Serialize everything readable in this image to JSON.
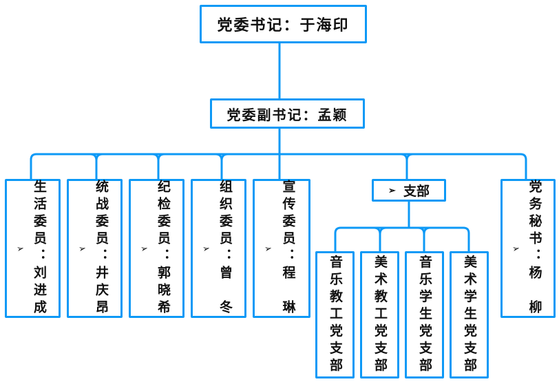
{
  "colors": {
    "accent": "#0d99f6",
    "text": "#111111",
    "background": "#ffffff"
  },
  "icons": {
    "bullet_arrow": "➢"
  },
  "org_chart": {
    "level1": {
      "label": "党委书记：于海印"
    },
    "level2": {
      "label": "党委副书记：孟颖"
    },
    "committee_members": [
      {
        "label": "生活委员：刘进成"
      },
      {
        "label": "统战委员：井庆昂"
      },
      {
        "label": "纪检委员：郭晓希"
      },
      {
        "label": "组织委员：曾　冬"
      },
      {
        "label": "宣传委员：程　琳"
      }
    ],
    "branch": {
      "label": "支部"
    },
    "branch_children": [
      {
        "label": "音乐教工党支部"
      },
      {
        "label": "美术教工党支部"
      },
      {
        "label": "音乐学生党支部"
      },
      {
        "label": "美术学生党支部"
      }
    ],
    "secretary": {
      "label": "党务秘书：杨　柳"
    }
  }
}
